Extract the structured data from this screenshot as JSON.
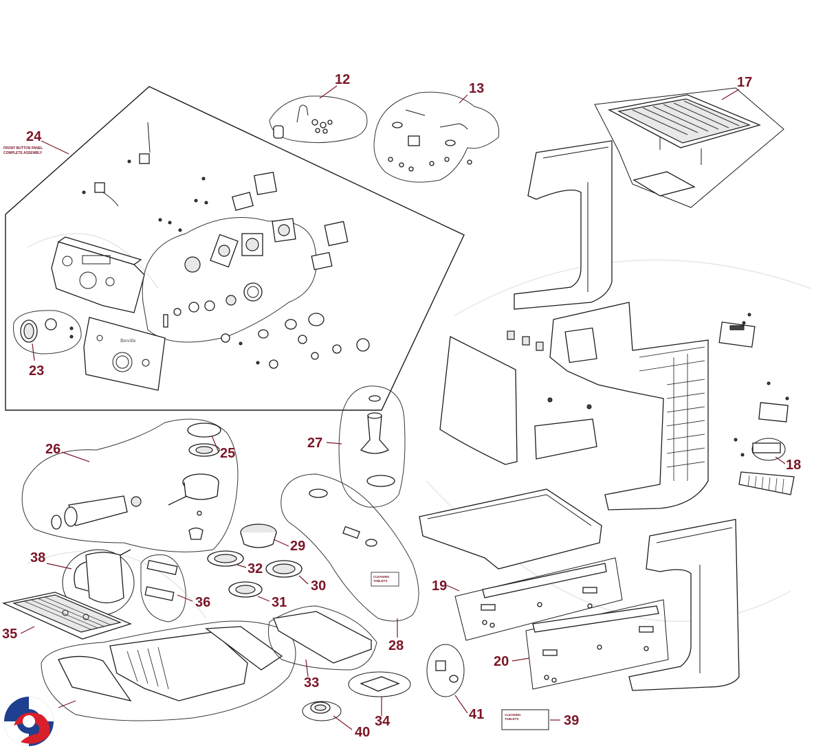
{
  "diagram": {
    "callouts": {
      "c12": "12",
      "c13": "13",
      "c17": "17",
      "c18": "18",
      "c19": "19",
      "c20": "20",
      "c23": "23",
      "c24": "24",
      "c25": "25",
      "c26": "26",
      "c27": "27",
      "c28": "28",
      "c29": "29",
      "c30": "30",
      "c31": "31",
      "c32": "32",
      "c33": "33",
      "c34": "34",
      "c35": "35",
      "c36": "36",
      "c38": "38",
      "c39": "39",
      "c40": "40",
      "c41": "41"
    },
    "captions": {
      "front_panel_line1": "FRONT BUTTON PANEL",
      "front_panel_line2": "COMPLETE ASSEMBLY",
      "cleaning_tablets_28_line1": "CLEANING",
      "cleaning_tablets_28_line2": "TABLETS",
      "cleaning_tablets_39_line1": "CLEANING",
      "cleaning_tablets_39_line2": "TABLETS",
      "brand_on_panel": "Breville"
    },
    "colors": {
      "callout": "#7a1525",
      "line": "#1a1a1a",
      "logo_red": "#d8202a",
      "logo_blue": "#1f3f8f"
    }
  }
}
